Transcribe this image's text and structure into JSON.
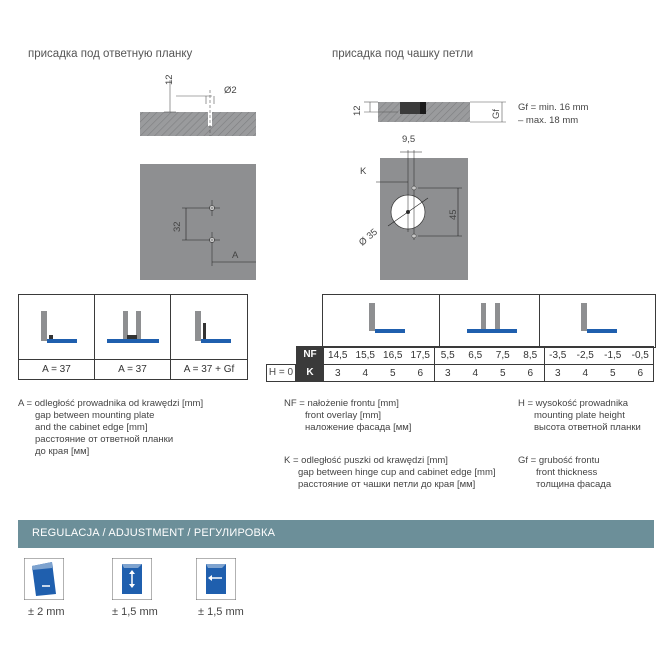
{
  "headers": {
    "left": "присадка под ответную планку",
    "right": "присадка под чашку петли"
  },
  "left_drawing": {
    "dim_12": "12",
    "dim_d2": "Ø2",
    "dim_32": "32",
    "dim_A": "A"
  },
  "right_drawing": {
    "dim_12": "12",
    "dim_Gf": "Gf",
    "gf_line1": "Gf = min. 16 mm",
    "gf_line2": "– max. 18 mm",
    "dim_95": "9,5",
    "dim_K": "K",
    "dim_d35": "Ø 35",
    "dim_45": "45"
  },
  "left_table": {
    "labels": [
      "A = 37",
      "A = 37",
      "A = 37 + Gf"
    ]
  },
  "right_table": {
    "row_nf_label": "NF",
    "row_k_label": "K",
    "row_h_label": "H = 0",
    "nf": [
      "14,5",
      "15,5",
      "16,5",
      "17,5",
      "5,5",
      "6,5",
      "7,5",
      "8,5",
      "-3,5",
      "-2,5",
      "-1,5",
      "-0,5"
    ],
    "k": [
      "3",
      "4",
      "5",
      "6",
      "3",
      "4",
      "5",
      "6",
      "3",
      "4",
      "5",
      "6"
    ]
  },
  "legend": {
    "a": [
      "A = odległość prowadnika od krawędzi [mm]",
      "gap between mounting plate",
      "and the cabinet edge [mm]",
      "расстояние от ответной планки",
      "до края [мм]"
    ],
    "nf": [
      "NF = nałożenie frontu [mm]",
      "front overlay [mm]",
      "наложение фасада [мм]"
    ],
    "k": [
      "K = odległość puszki od krawędzi [mm]",
      "gap between hinge cup and cabinet edge [mm]",
      "расстояние от чашки петли до края [мм]"
    ],
    "h": [
      "H = wysokość prowadnika",
      "mounting plate height",
      "высота ответной планки"
    ],
    "gf": [
      "Gf = grubość frontu",
      "front thickness",
      "толщина фасада"
    ]
  },
  "adjustment": {
    "title": "REGULACJA / ADJUSTMENT / РЕГУЛИРОВКА",
    "values": [
      "± 2 mm",
      "± 1,5 mm",
      "± 1,5 mm"
    ]
  },
  "colors": {
    "panel_gray": "#8e8f91",
    "hatch_gray": "#9a9b9d",
    "accent_blue": "#1f5fae",
    "bar_teal": "#6c8f99"
  }
}
